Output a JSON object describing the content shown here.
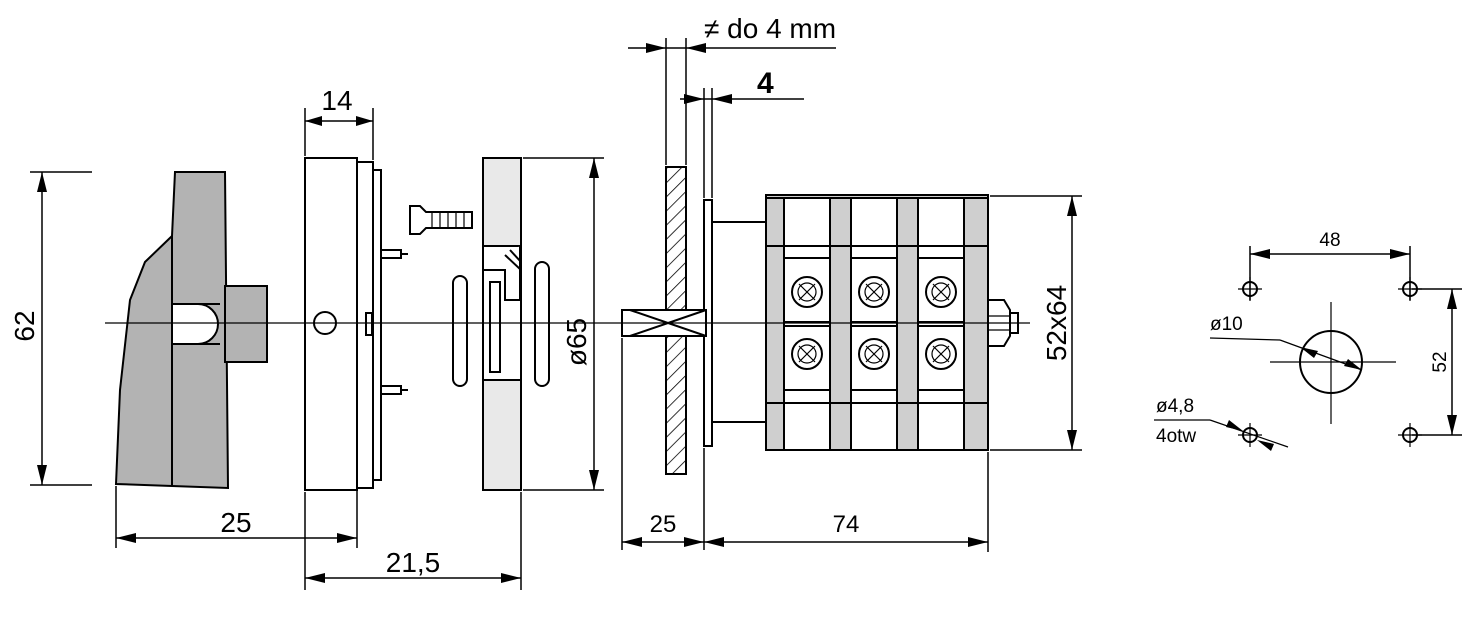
{
  "dimensions": {
    "handle_height": "62",
    "handle_depth": "25",
    "cover_width": "14",
    "flange_offset": "21,5",
    "flange_diameter": "ø65",
    "panel_thickness_note": "≠ do 4 mm",
    "plate_thickness": "4",
    "shaft_length": "25",
    "body_length": "74",
    "body_section": "52x64"
  },
  "mounting_pattern": {
    "horizontal_spacing": "48",
    "vertical_spacing": "52",
    "center_hole": "ø10",
    "corner_holes": "ø4,8",
    "corner_holes_count": "4otw"
  }
}
